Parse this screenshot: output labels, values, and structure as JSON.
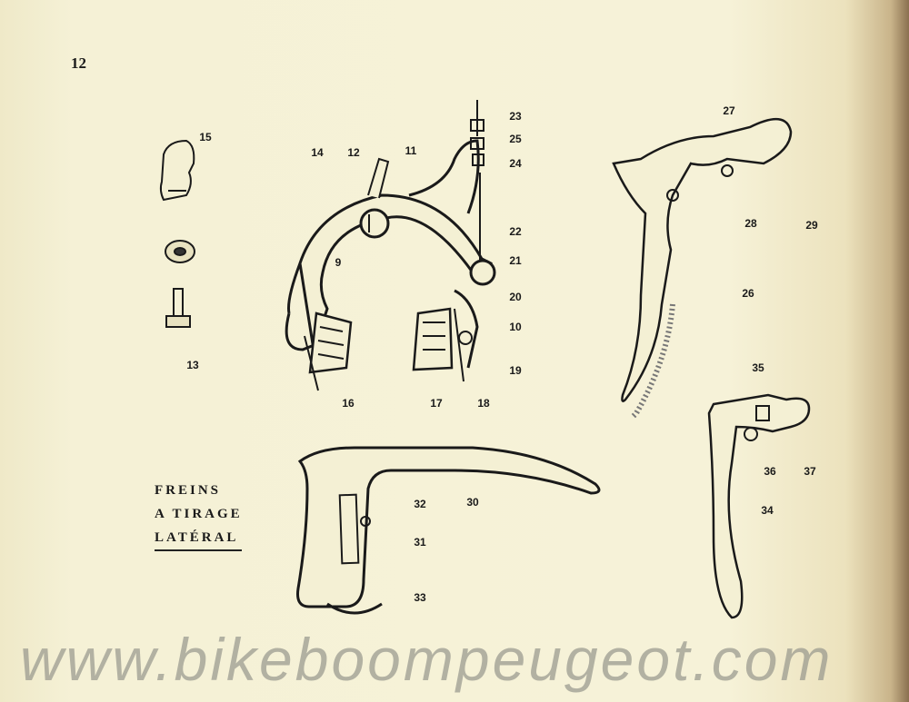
{
  "page_number": "12",
  "title": {
    "line1": "FREINS",
    "line2": "A TIRAGE",
    "line3": "LATÉRAL"
  },
  "labels": [
    "15",
    "13",
    "14",
    "12",
    "11",
    "23",
    "25",
    "24",
    "22",
    "21",
    "20",
    "10",
    "19",
    "16",
    "17",
    "18",
    "9",
    "27",
    "28",
    "29",
    "26",
    "35",
    "36",
    "37",
    "34",
    "30",
    "32",
    "31",
    "33"
  ],
  "watermark": "www.bikeboompeugeot.com"
}
